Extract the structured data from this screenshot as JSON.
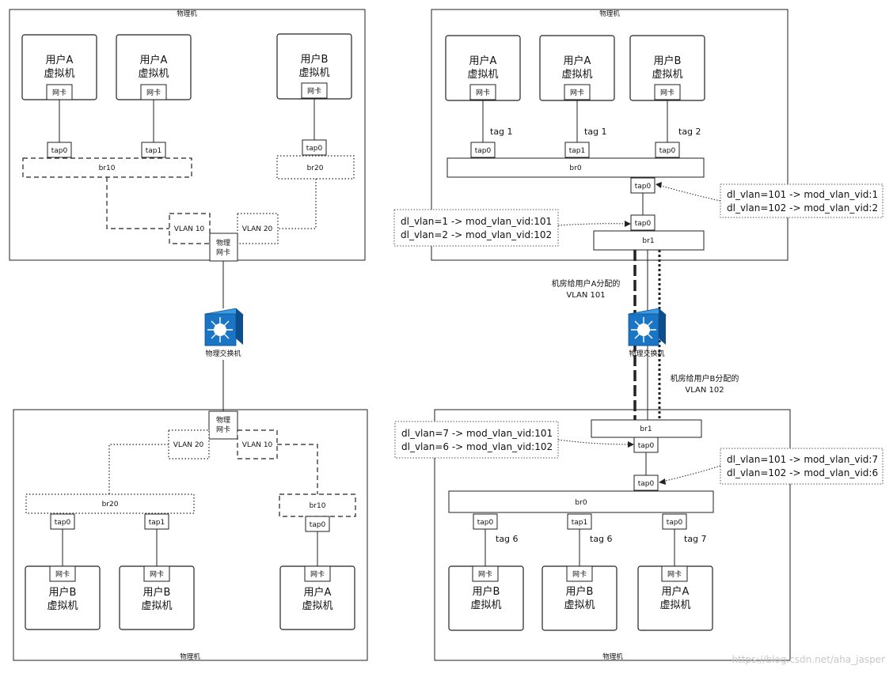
{
  "labels": {
    "host": "物理机",
    "user_a": "用户A",
    "user_b": "用户B",
    "vm": "虚拟机",
    "nic": "网卡",
    "phys_nic_line1": "物理",
    "phys_nic_line2": "网卡",
    "switch": "物理交换机",
    "tap0": "tap0",
    "tap1": "tap1",
    "br0": "br0",
    "br1": "br1",
    "br10": "br10",
    "br20": "br20",
    "vlan10": "VLAN 10",
    "vlan20": "VLAN 20",
    "tag1": "tag 1",
    "tag2": "tag 2",
    "tag6": "tag 6",
    "tag7": "tag 7"
  },
  "rules": {
    "top_right_upper": [
      "dl_vlan=101 -> mod_vlan_vid:1",
      "dl_vlan=102 -> mod_vlan_vid:2"
    ],
    "top_left_lower": [
      "dl_vlan=1 -> mod_vlan_vid:101",
      "dl_vlan=2 -> mod_vlan_vid:102"
    ],
    "bottom_left": [
      "dl_vlan=7 -> mod_vlan_vid:101",
      "dl_vlan=6 -> mod_vlan_vid:102"
    ],
    "bottom_right": [
      "dl_vlan=101 -> mod_vlan_vid:7",
      "dl_vlan=102 -> mod_vlan_vid:6"
    ]
  },
  "captions": {
    "vlan_a": [
      "机房给用户A分配的",
      "VLAN 101"
    ],
    "vlan_b": [
      "机房给用户B分配的",
      "VLAN 102"
    ]
  },
  "watermark": "https://blog.csdn.net/aha_jasper",
  "colors": {
    "stroke": "#222222",
    "switch_blue": "#1a75c4",
    "switch_dark": "#0d4f8c",
    "rule_border": "#555555",
    "watermark": "#c8c8c8"
  }
}
